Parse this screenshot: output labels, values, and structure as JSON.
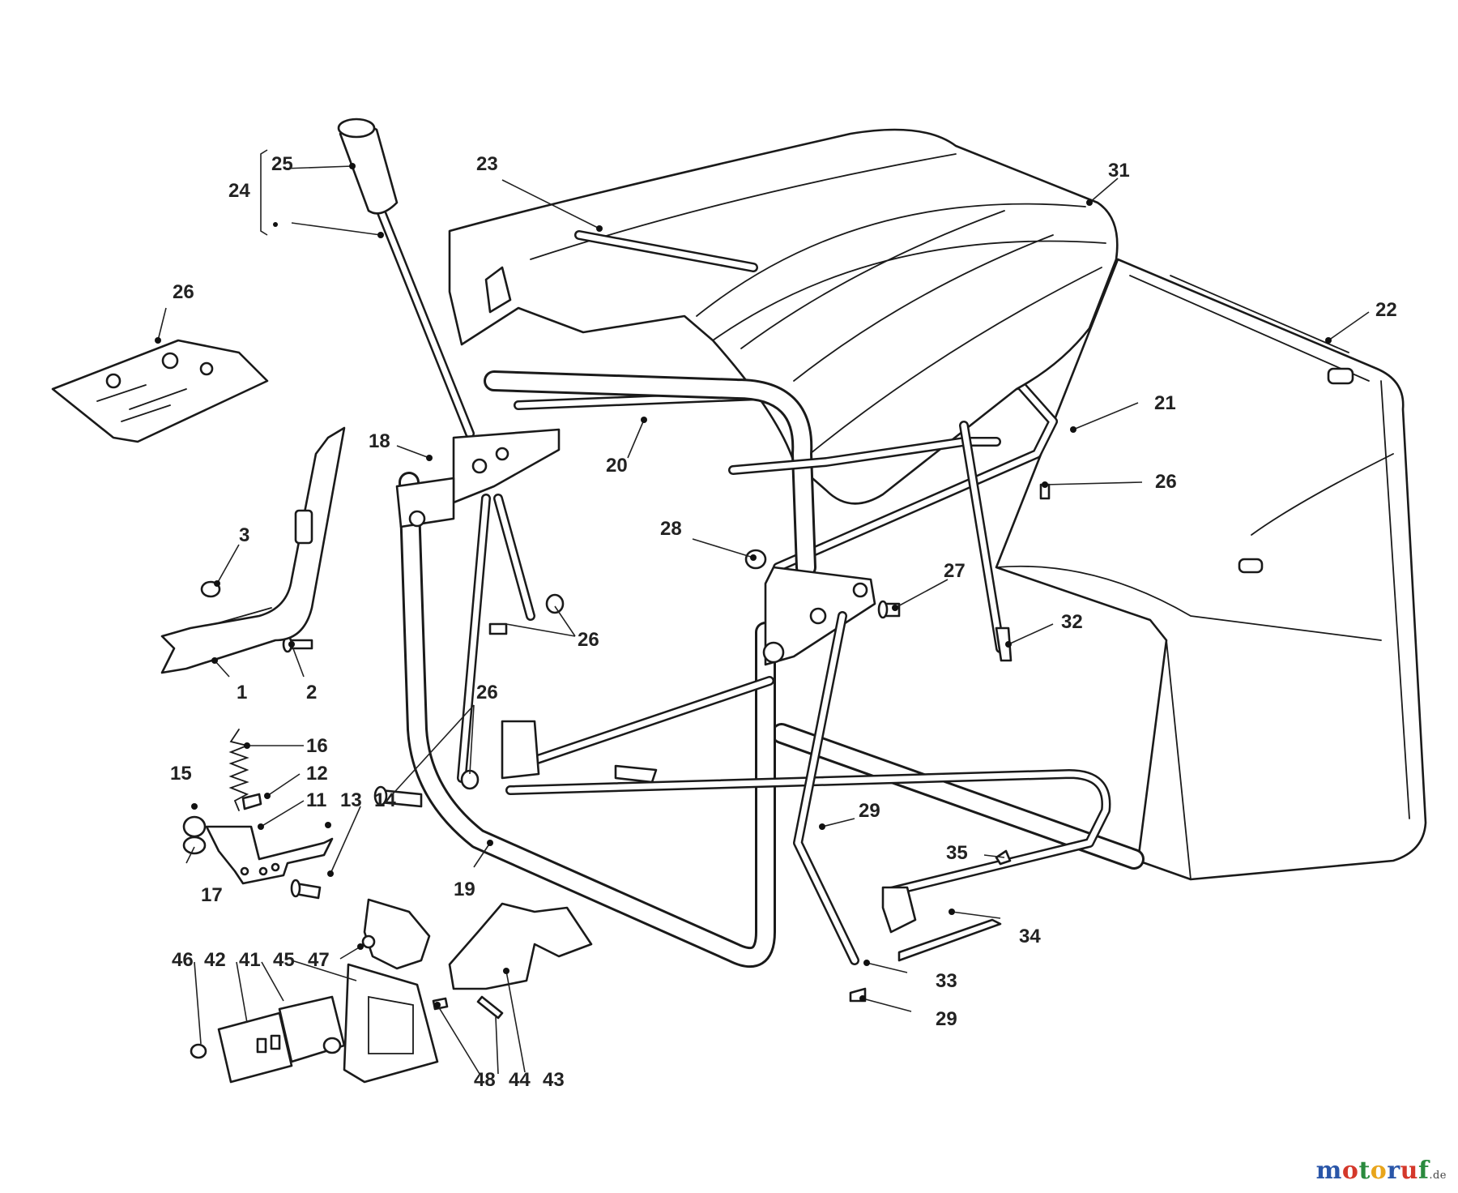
{
  "callouts": {
    "c1": "1",
    "c2": "2",
    "c3": "3",
    "c11": "11",
    "c12": "12",
    "c13": "13",
    "c14": "14",
    "c15": "15",
    "c16": "16",
    "c17": "17",
    "c18": "18",
    "c19": "19",
    "c20": "20",
    "c21": "21",
    "c22": "22",
    "c23": "23",
    "c24": "24",
    "c25": "25",
    "c26a": "26",
    "c26b": "26",
    "c26c": "26",
    "c26d": "26",
    "c27": "27",
    "c28": "28",
    "c29a": "29",
    "c29b": "29",
    "c31": "31",
    "c32": "32",
    "c33": "33",
    "c34": "34",
    "c35": "35",
    "c41": "41",
    "c42": "42",
    "c43": "43",
    "c44": "44",
    "c45": "45",
    "c46": "46",
    "c47": "47",
    "c48": "48"
  },
  "watermark": {
    "letters": [
      "m",
      "o",
      "t",
      "o",
      "r",
      "u",
      "f"
    ],
    "letter_colors": [
      "#2a56a8",
      "#d4382b",
      "#2a8a3e",
      "#e8a51c",
      "#2a56a8",
      "#d4382b",
      "#2a8a3e"
    ],
    "suffix": ".de"
  }
}
